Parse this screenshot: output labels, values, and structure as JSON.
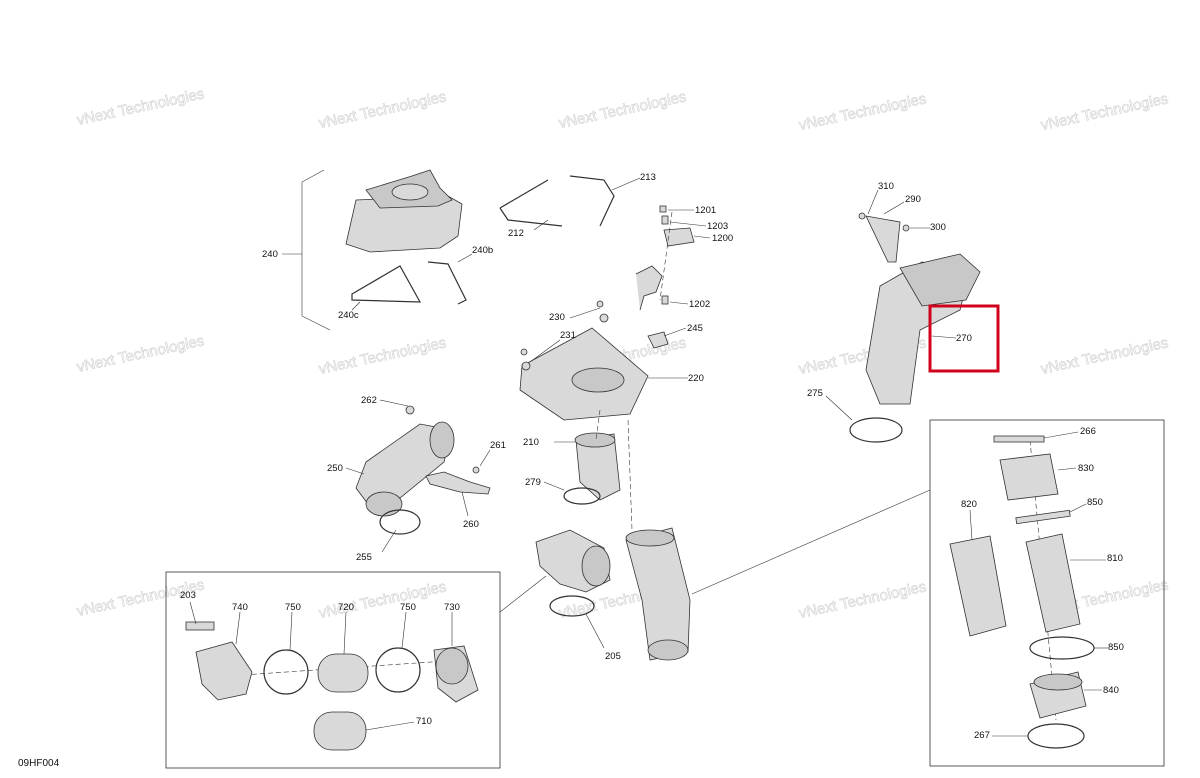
{
  "diagram": {
    "watermark_text": "vNext Technologies",
    "figure_code": "09HF004",
    "labels": {
      "l240": "240",
      "l240b": "240b",
      "l240c": "240c",
      "l212": "212",
      "l213": "213",
      "l1201": "1201",
      "l1203": "1203",
      "l1200": "1200",
      "l1202": "1202",
      "l230": "230",
      "l231": "231",
      "l245": "245",
      "l220": "220",
      "l210": "210",
      "l279": "279",
      "l262": "262",
      "l250": "250",
      "l261": "261",
      "l260": "260",
      "l255": "255",
      "l205": "205",
      "l310": "310",
      "l290": "290",
      "l300": "300",
      "l270": "270",
      "l275": "275",
      "l203": "203",
      "l740": "740",
      "l750a": "750",
      "l720": "720",
      "l750b": "750",
      "l730": "730",
      "l710": "710",
      "l266": "266",
      "l830": "830",
      "l850a": "850",
      "l820": "820",
      "l810": "810",
      "l850b": "850",
      "l840": "840",
      "l267": "267"
    },
    "highlight_color": "#d0021b"
  }
}
